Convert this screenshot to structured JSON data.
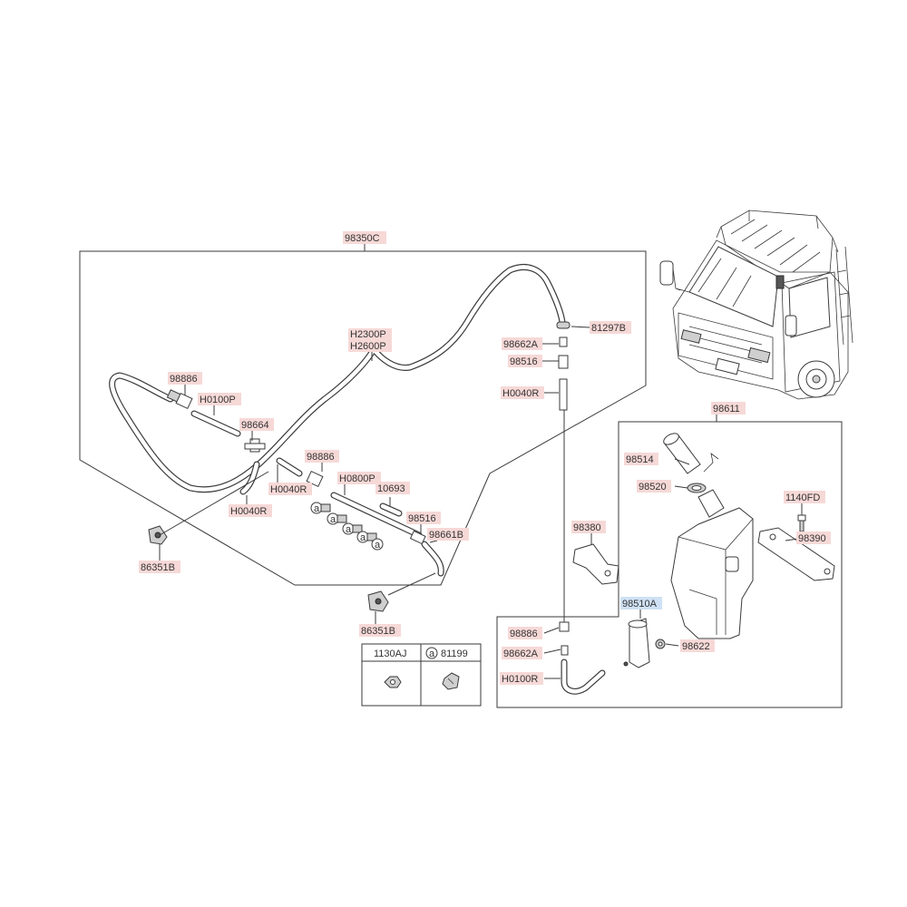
{
  "colors": {
    "label_highlight": "#f6d9d7",
    "label_highlight_selected": "#cfe1f4",
    "line": "#3a3a3a"
  },
  "callouts": {
    "c98350C": "98350C",
    "c81297B": "81297B",
    "c98662A_top": "98662A",
    "c98516_top": "98516",
    "cH0040R_top": "H0040R",
    "cH2300P": "H2300P",
    "cH2600P": "H2600P",
    "c98886_left": "98886",
    "cH0100P": "H0100P",
    "c98664": "98664",
    "c98886_mid": "98886",
    "cH0040R_mid": "H0040R",
    "cH0800P": "H0800P",
    "c10693": "10693",
    "cH0040R_left": "H0040R",
    "c98516_mid": "98516",
    "c98661B": "98661B",
    "c86351B_left": "86351B",
    "c86351B_mid": "86351B",
    "c98611": "98611",
    "c98514": "98514",
    "c98520": "98520",
    "c1140FD": "1140FD",
    "c98380": "98380",
    "c98390": "98390",
    "c98510A": "98510A",
    "c98886_low": "98886",
    "c98622": "98622",
    "c98662A_low": "98662A",
    "cH0100R": "H0100R"
  },
  "legend_table": {
    "col1": "1130AJ",
    "col2_marker": "a",
    "col2": "81199"
  },
  "icons": [
    "truck-illustration-icon",
    "washer-tank-icon",
    "washer-pump-icon",
    "nozzle-icon",
    "clip-icon",
    "nut-icon"
  ]
}
